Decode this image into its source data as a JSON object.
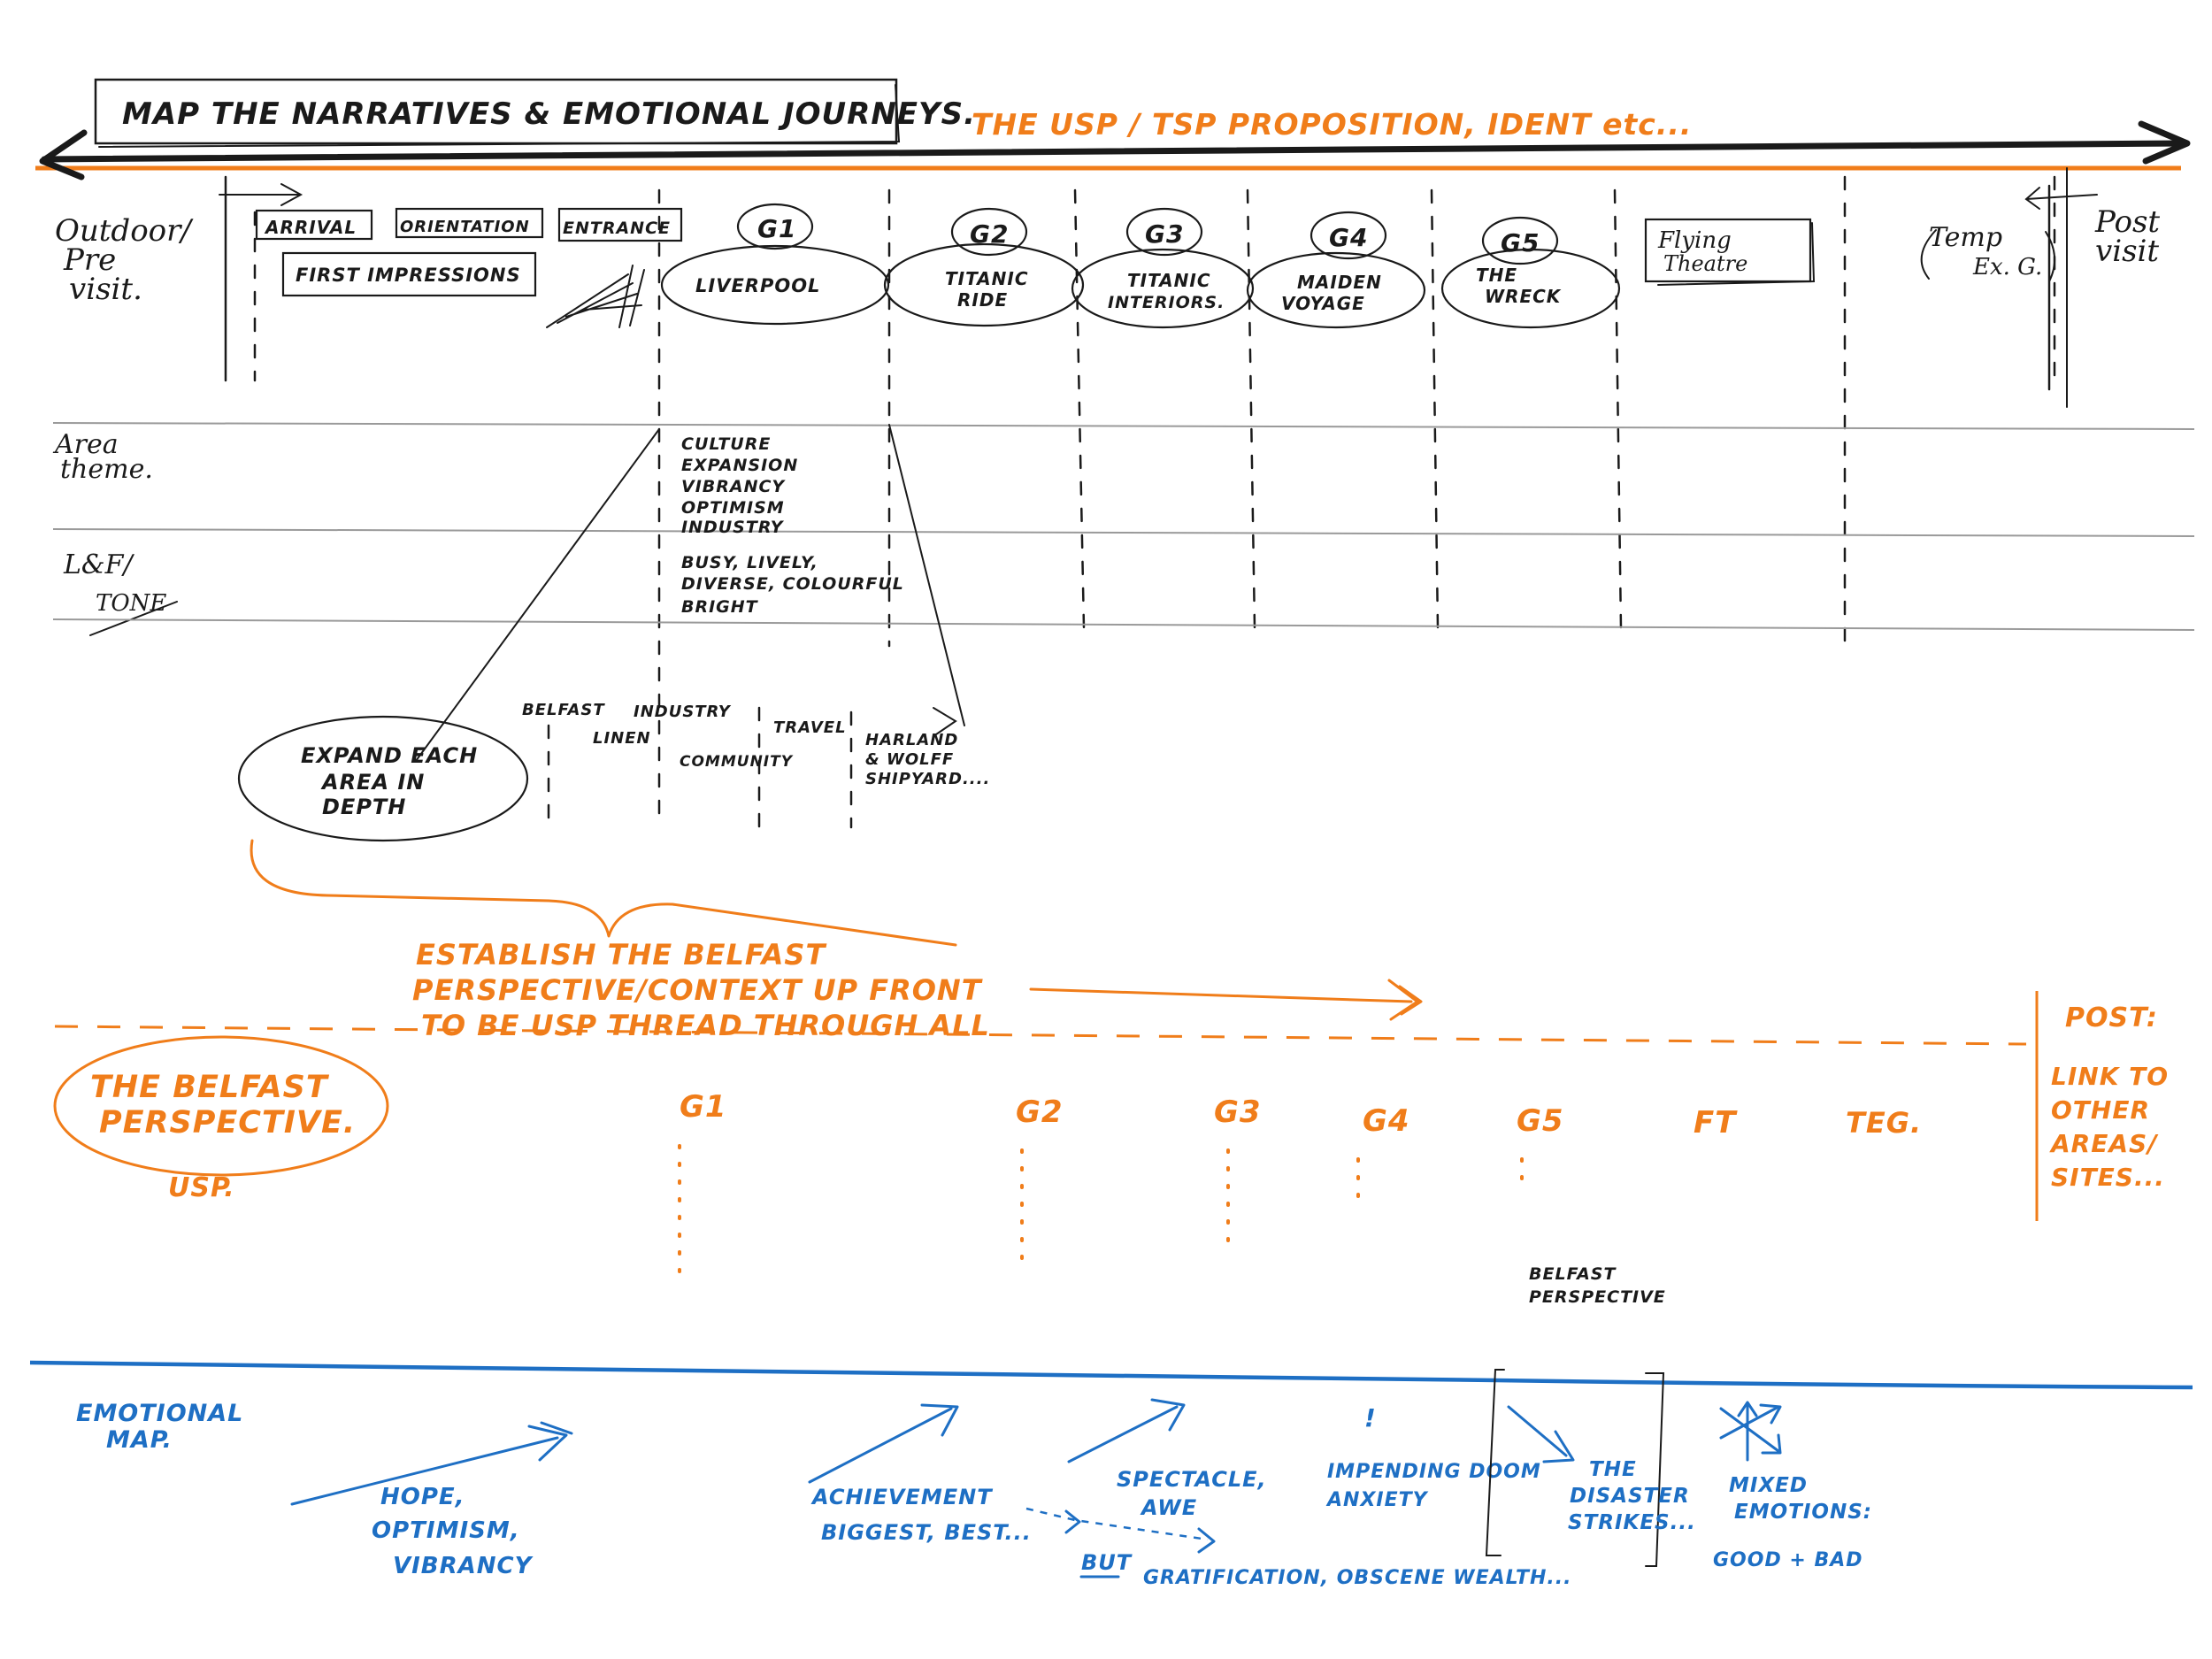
{
  "title": "MAP THE NARRATIVES & EMOTIONAL JOURNEYS.",
  "usp_banner": "THE USP / TSP PROPOSITION, IDENT etc...",
  "row_labels": {
    "outdoor": [
      "Outdoor/",
      "Pre",
      "visit."
    ],
    "area_theme": [
      "Area",
      "theme."
    ],
    "lf_tone": [
      "L&F/",
      "TONE"
    ],
    "post_visit": [
      "Post",
      "visit"
    ]
  },
  "entry_boxes": {
    "arrival": "ARRIVAL",
    "orientation": "ORIENTATION",
    "entrance": "ENTRANCE",
    "first_impressions": "FIRST IMPRESSIONS"
  },
  "galleries": [
    {
      "id": "G1",
      "name": [
        "LIVERPOOL"
      ]
    },
    {
      "id": "G2",
      "name": [
        "TITANIC",
        "RIDE"
      ]
    },
    {
      "id": "G3",
      "name": [
        "TITANIC",
        "INTERIORS."
      ]
    },
    {
      "id": "G4",
      "name": [
        "MAIDEN",
        "VOYAGE"
      ]
    },
    {
      "id": "G5",
      "name": [
        "THE",
        "WRECK"
      ]
    }
  ],
  "flying_theatre": [
    "Flying",
    "Theatre"
  ],
  "temp_exg": [
    "Temp",
    "Ex. G."
  ],
  "area_theme_words": [
    "CULTURE",
    "EXPANSION",
    "VIBRANCY",
    "OPTIMISM",
    "INDUSTRY"
  ],
  "lf_tone_words": [
    "BUSY, LIVELY,",
    "DIVERSE, COLOURFUL",
    "BRIGHT"
  ],
  "detail_bubble": [
    "EXPAND EACH",
    "AREA IN",
    "DEPTH"
  ],
  "detail_topics": {
    "belfast": "BELFAST",
    "industry": "INDUSTRY",
    "linen": "LINEN",
    "community": "COMMUNITY",
    "travel": "TRAVEL",
    "harland": [
      "HARLAND",
      "& WOLFF",
      "SHIPYARD...."
    ]
  },
  "belfast_note": [
    "ESTABLISH THE BELFAST",
    "PERSPECTIVE/CONTEXT UP FRONT",
    "TO BE USP THREAD THROUGH ALL"
  ],
  "belfast_perspective": [
    "THE BELFAST",
    "PERSPECTIVE."
  ],
  "usp_label": "USP.",
  "thread_markers": [
    "G1",
    "G2",
    "G3",
    "G4",
    "G5",
    "FT",
    "TEG."
  ],
  "post_note": [
    "POST:",
    "LINK TO",
    "OTHER",
    "AREAS/",
    "SITES..."
  ],
  "belfast_perspective_note": [
    "BELFAST",
    "PERSPECTIVE"
  ],
  "emotional_map_label": [
    "EMOTIONAL",
    "MAP."
  ],
  "emotions": {
    "hope": [
      "HOPE,",
      "OPTIMISM,",
      "VIBRANCY"
    ],
    "achievement": [
      "ACHIEVEMENT",
      "BIGGEST, BEST..."
    ],
    "but": "BUT",
    "gratification": "GRATIFICATION, OBSCENE WEALTH...",
    "spectacle": [
      "SPECTACLE,",
      "AWE"
    ],
    "impending": [
      "IMPENDING DOOM",
      "ANXIETY"
    ],
    "disaster": [
      "THE",
      "DISASTER",
      "STRIKES..."
    ],
    "mixed": [
      "MIXED",
      "EMOTIONS:",
      "GOOD + BAD"
    ],
    "exclaim": "!"
  },
  "colors": {
    "ink": "#1a1a1a",
    "orange": "#f07d1a",
    "blue": "#1e6fc4",
    "grey": "#9a9a9a"
  }
}
